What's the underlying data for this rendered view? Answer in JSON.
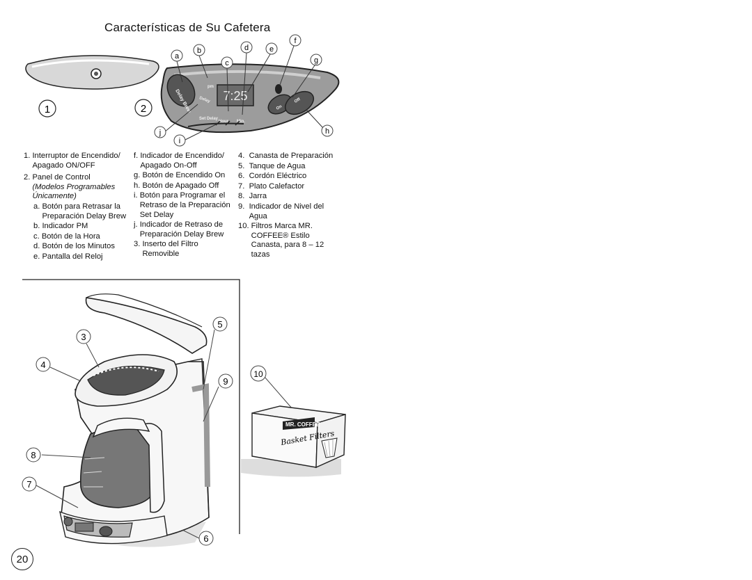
{
  "title": "Características de Su Cafetera",
  "figure_numbers": [
    "1",
    "2"
  ],
  "panel": {
    "display_time": "7:25",
    "button_delay_brew": "Delay Brew",
    "indicator_pm": "pm",
    "label_delay": "Delay",
    "label_set_delay": "Set Delay",
    "label_hour": "Hour",
    "label_min": "Min.",
    "button_on": "On",
    "button_off": "Off"
  },
  "callouts": [
    "a",
    "b",
    "c",
    "d",
    "e",
    "f",
    "g",
    "h",
    "i",
    "j"
  ],
  "column1": [
    {
      "num": "1.",
      "text": "Interruptor de Encendido/ Apagado ON/OFF"
    },
    {
      "num": "2.",
      "text": "Panel de Control",
      "note": "(Modelos Programables Únicamente)"
    },
    {
      "num": "a.",
      "text": "Botón para Retrasar la Preparación Delay Brew",
      "sub": true
    },
    {
      "num": "b.",
      "text": "Indicador PM",
      "sub": true
    },
    {
      "num": "c.",
      "text": "Botón de la Hora",
      "sub": true
    },
    {
      "num": "d.",
      "text": "Botón de los Minutos",
      "sub": true
    },
    {
      "num": "e.",
      "text": "Pantalla del Reloj",
      "sub": true
    }
  ],
  "column2": [
    {
      "num": "f.",
      "text": "Indicador de Encendido/ Apagado On-Off"
    },
    {
      "num": "g.",
      "text": "Botón de Encendido On"
    },
    {
      "num": "h.",
      "text": "Botón de Apagado Off"
    },
    {
      "num": "i.",
      "text": "Botón para Programar el Retraso de la Preparación Set Delay"
    },
    {
      "num": "j.",
      "text": "Indicador de Retraso de Preparación Delay Brew"
    },
    {
      "num": "3.",
      "text": "Inserto del Filtro Removible"
    }
  ],
  "column3": [
    {
      "num": "4.",
      "text": "Canasta de Preparación"
    },
    {
      "num": "5.",
      "text": "Tanque de Agua"
    },
    {
      "num": "6.",
      "text": "Cordón Eléctrico"
    },
    {
      "num": "7.",
      "text": "Plato Calefactor"
    },
    {
      "num": "8.",
      "text": "Jarra"
    },
    {
      "num": "9.",
      "text": "Indicador de Nivel del Agua"
    },
    {
      "num": "10.",
      "text": "Filtros Marca MR. COFFEE® Estilo Canasta, para 8 – 12 tazas"
    }
  ],
  "part_callouts": [
    "3",
    "4",
    "5",
    "6",
    "7",
    "8",
    "9",
    "10"
  ],
  "filter_box": {
    "brand": "MR. COFFEE",
    "product": "Basket Filters"
  },
  "page_number": "20"
}
